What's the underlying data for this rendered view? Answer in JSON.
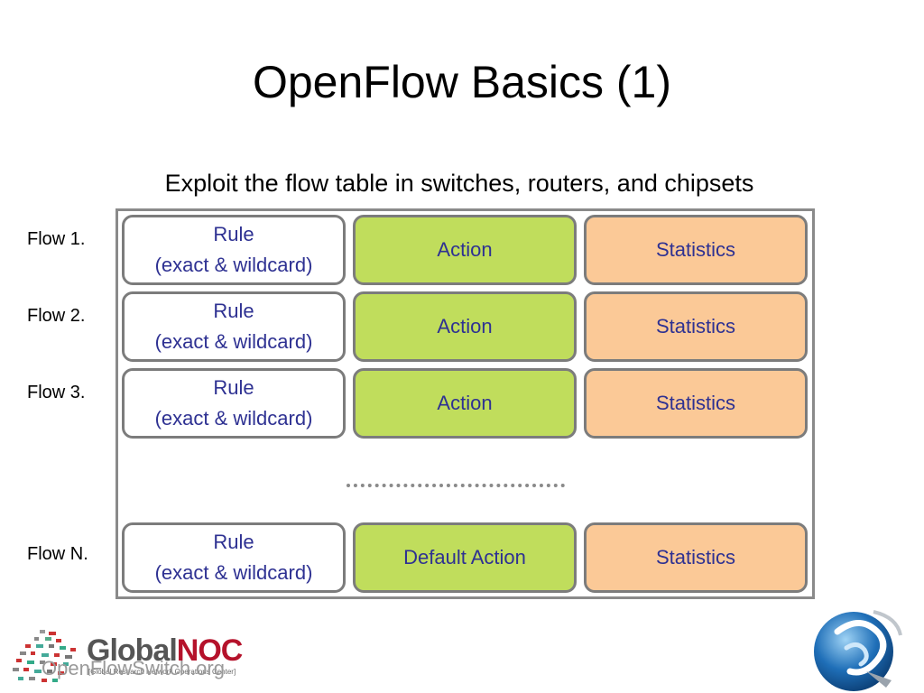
{
  "slide": {
    "title": "OpenFlow Basics (1)",
    "subtitle": "Exploit the flow table in switches, routers, and chipsets"
  },
  "flows": [
    {
      "label": "Flow 1.",
      "rule_line1": "Rule",
      "rule_line2": "(exact & wildcard)",
      "action": "Action",
      "stats": "Statistics"
    },
    {
      "label": "Flow 2.",
      "rule_line1": "Rule",
      "rule_line2": "(exact & wildcard)",
      "action": "Action",
      "stats": "Statistics"
    },
    {
      "label": "Flow 3.",
      "rule_line1": "Rule",
      "rule_line2": "(exact & wildcard)",
      "action": "Action",
      "stats": "Statistics"
    },
    {
      "label": "Flow N.",
      "rule_line1": "Rule",
      "rule_line2": "(exact & wildcard)",
      "action": "Default Action",
      "stats": "Statistics"
    }
  ],
  "footer": {
    "logo_global": "Global",
    "logo_noc": "NOC",
    "logo_tagline": "[Global Research Network Operations Center]",
    "url": "OpenFlowSwitch.org"
  },
  "colors": {
    "rule_fill": "#ffffff",
    "action_fill": "#c0dd5c",
    "stats_fill": "#fbc997",
    "cell_text": "#2e3192",
    "border": "#7c7c7c",
    "noc_red": "#b5122b"
  },
  "icons": {
    "globalnoc_logo": "globalnoc-dots-logo",
    "corner_logo": "openflow-swirl-logo"
  }
}
